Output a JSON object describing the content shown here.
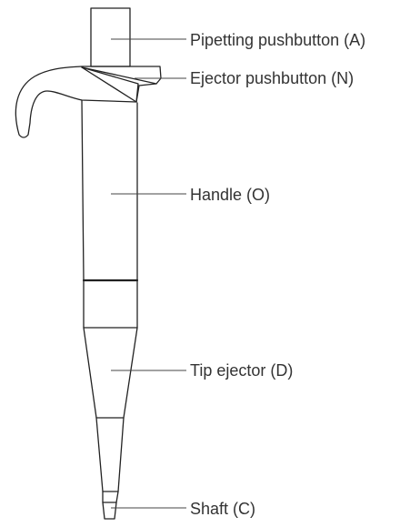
{
  "labels": {
    "pipetting_pushbutton": "Pipetting pushbutton (A)",
    "ejector_pushbutton": "Ejector pushbutton (N)",
    "handle": "Handle (O)",
    "tip_ejector": "Tip ejector (D)",
    "shaft": "Shaft (C)"
  },
  "colors": {
    "outline": "#222222",
    "text": "#333333",
    "leader": "#444444",
    "background": "#ffffff"
  }
}
